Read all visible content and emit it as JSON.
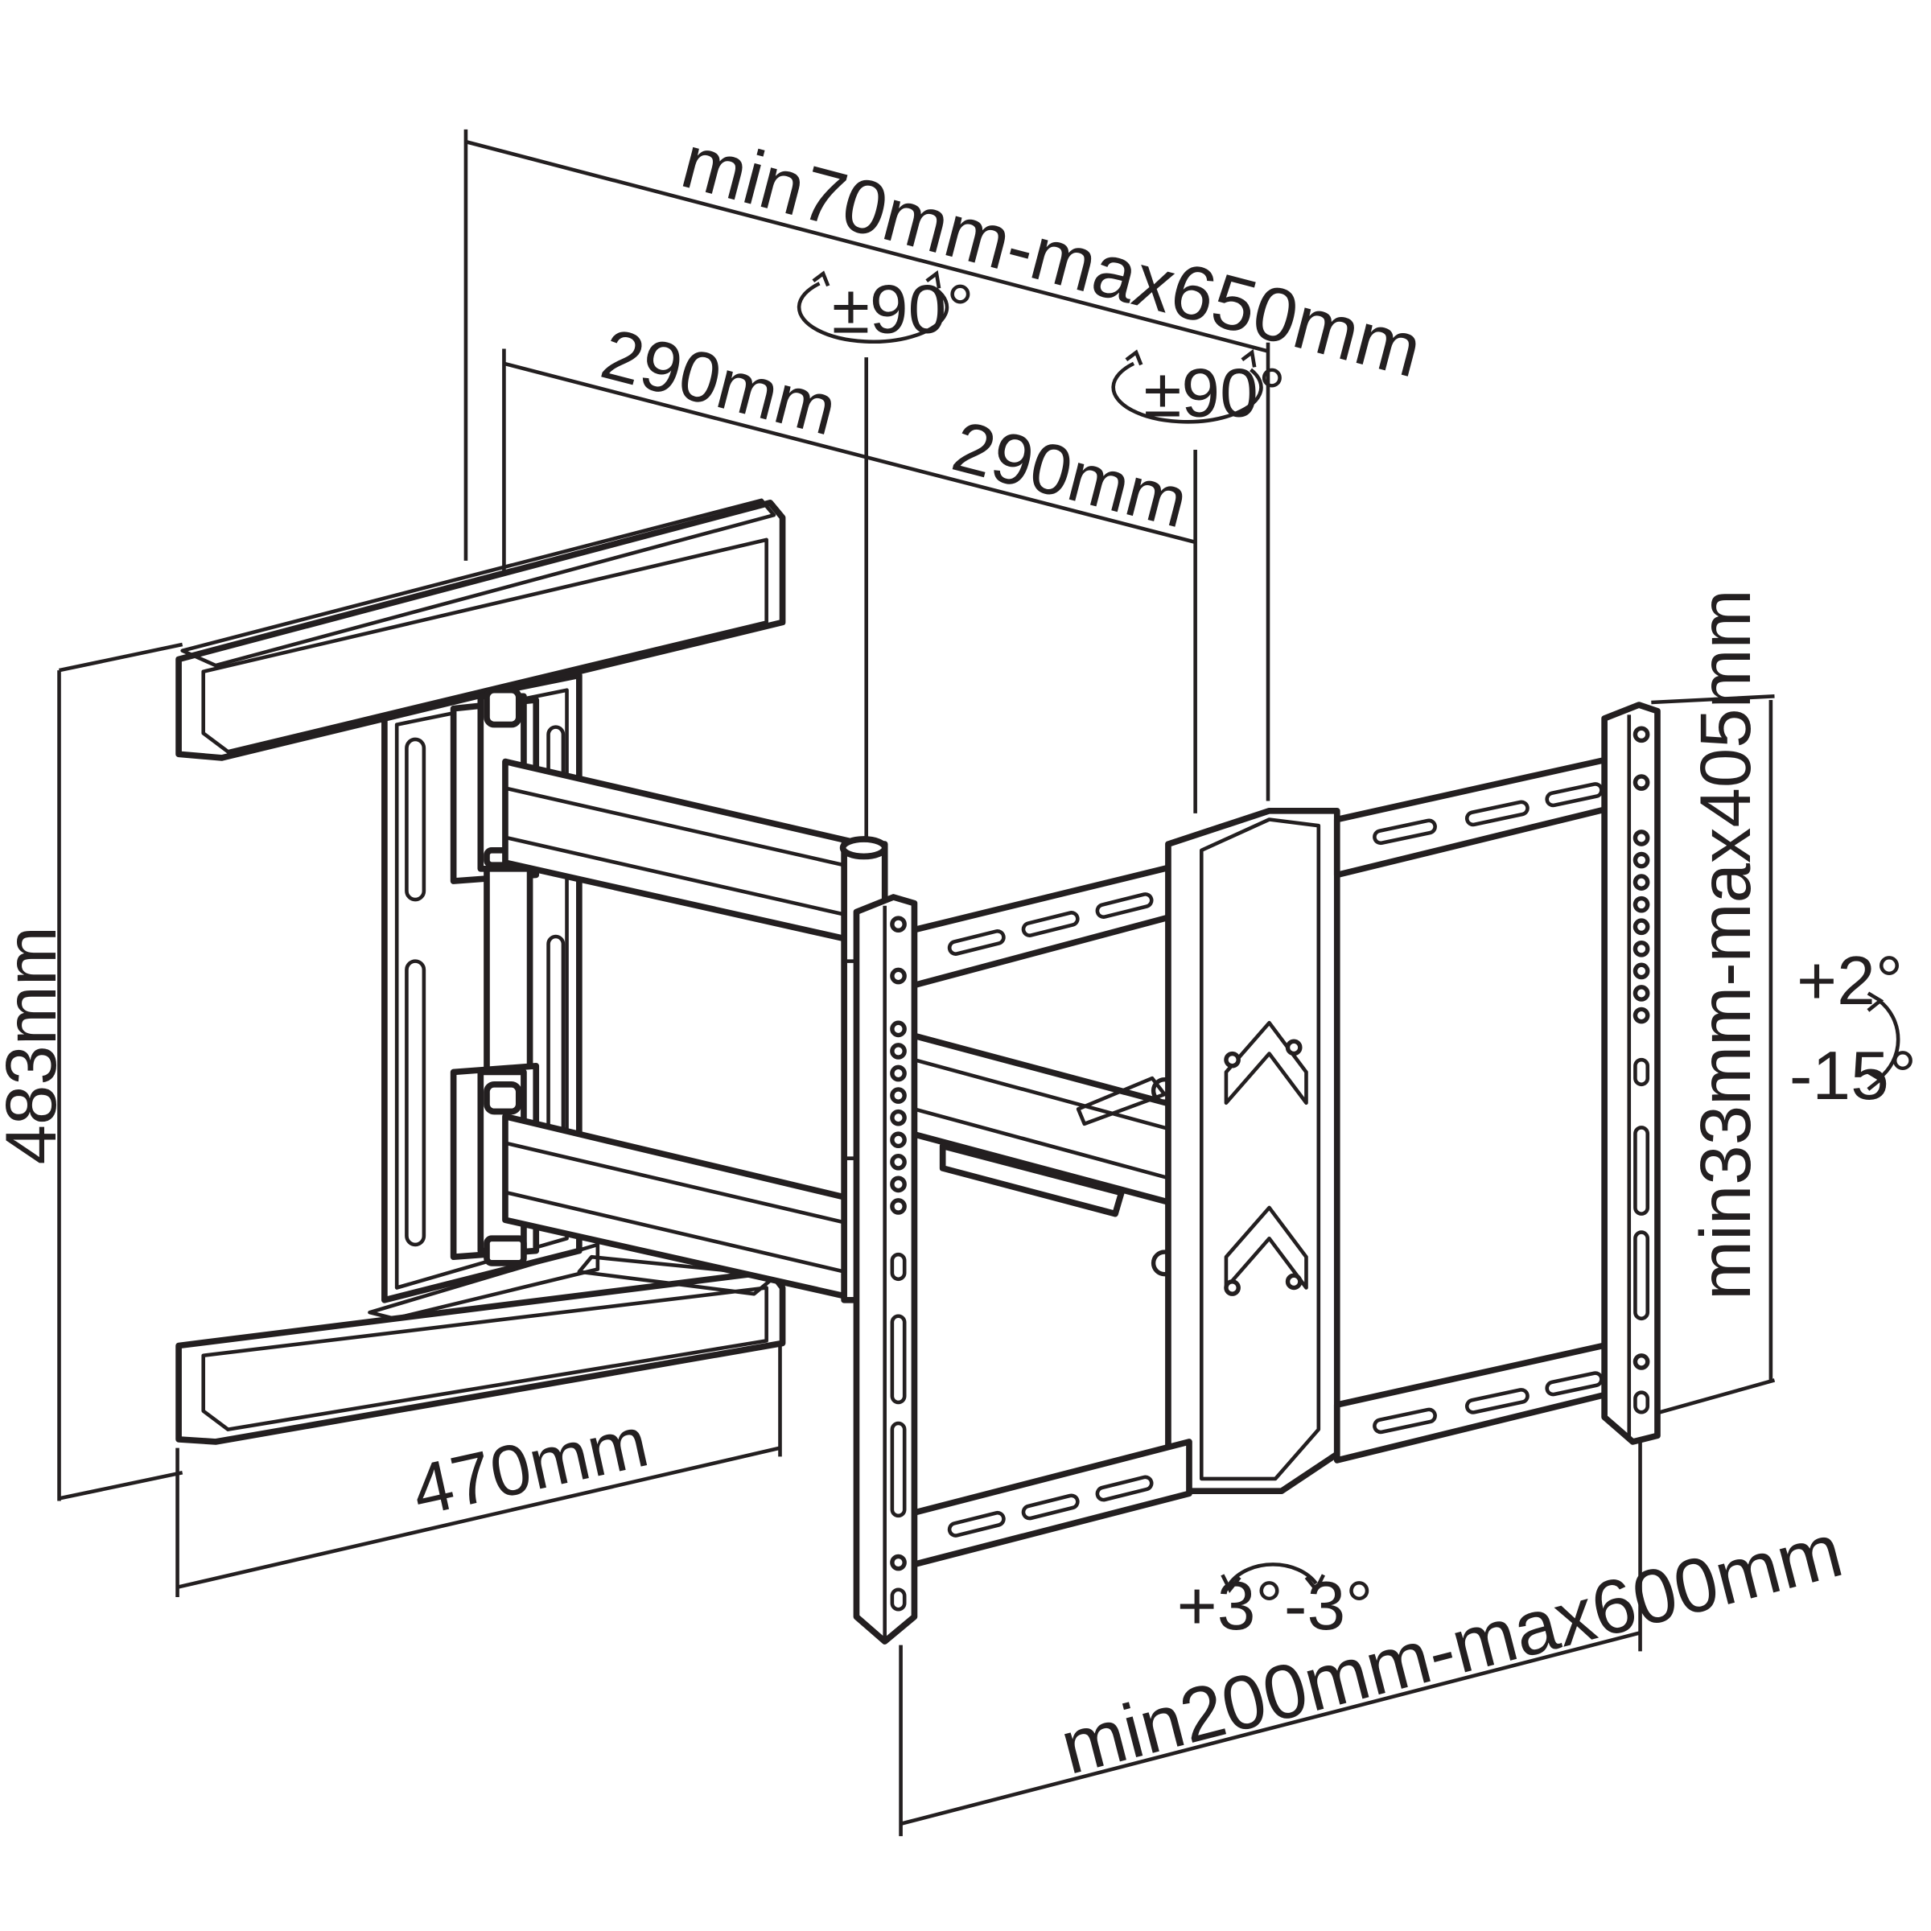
{
  "dimensions": {
    "total_extension": "min70mm-max650mm",
    "arm_1": "290mm",
    "arm_2": "290mm",
    "wall_plate_height": "483mm",
    "wall_plate_width": "470mm",
    "vesa_vertical": "min33mm-max405mm",
    "vesa_horizontal": "min200mm-max600mm"
  },
  "rotations": {
    "swivel_1": "±90°",
    "swivel_2": "±90°",
    "tilt_up": "+2°",
    "tilt_down": "-15°",
    "level_plus": "+3°",
    "level_minus": "-3°"
  },
  "colors": {
    "line": "#231f20",
    "background": "#ffffff"
  }
}
